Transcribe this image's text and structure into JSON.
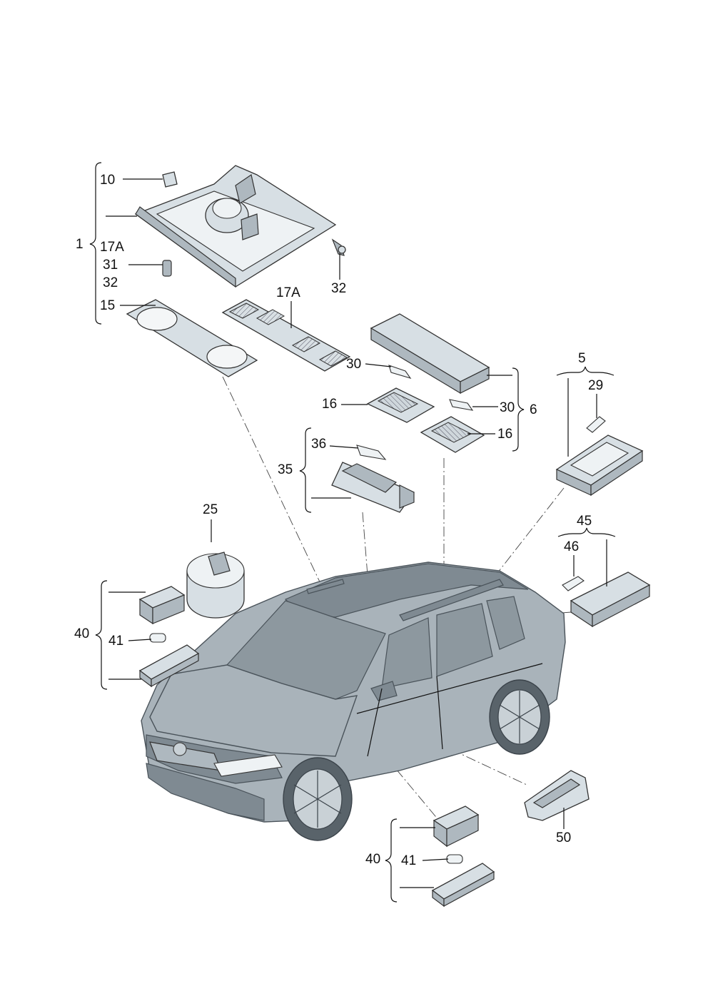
{
  "labels": {
    "l10": "10",
    "l1": "1",
    "l17a_left": "17A",
    "l31": "31",
    "l32_left": "32",
    "l15": "15",
    "l32_right": "32",
    "l17a_mid": "17A",
    "l30_top": "30",
    "l16_left": "16",
    "l30_right": "30",
    "l6": "6",
    "l16_right": "16",
    "l5": "5",
    "l29": "29",
    "l36": "36",
    "l35": "35",
    "l25": "25",
    "l45": "45",
    "l46": "46",
    "l40_left": "40",
    "l41_left": "41",
    "l50": "50",
    "l40_bottom": "40",
    "l41_bottom": "41"
  }
}
